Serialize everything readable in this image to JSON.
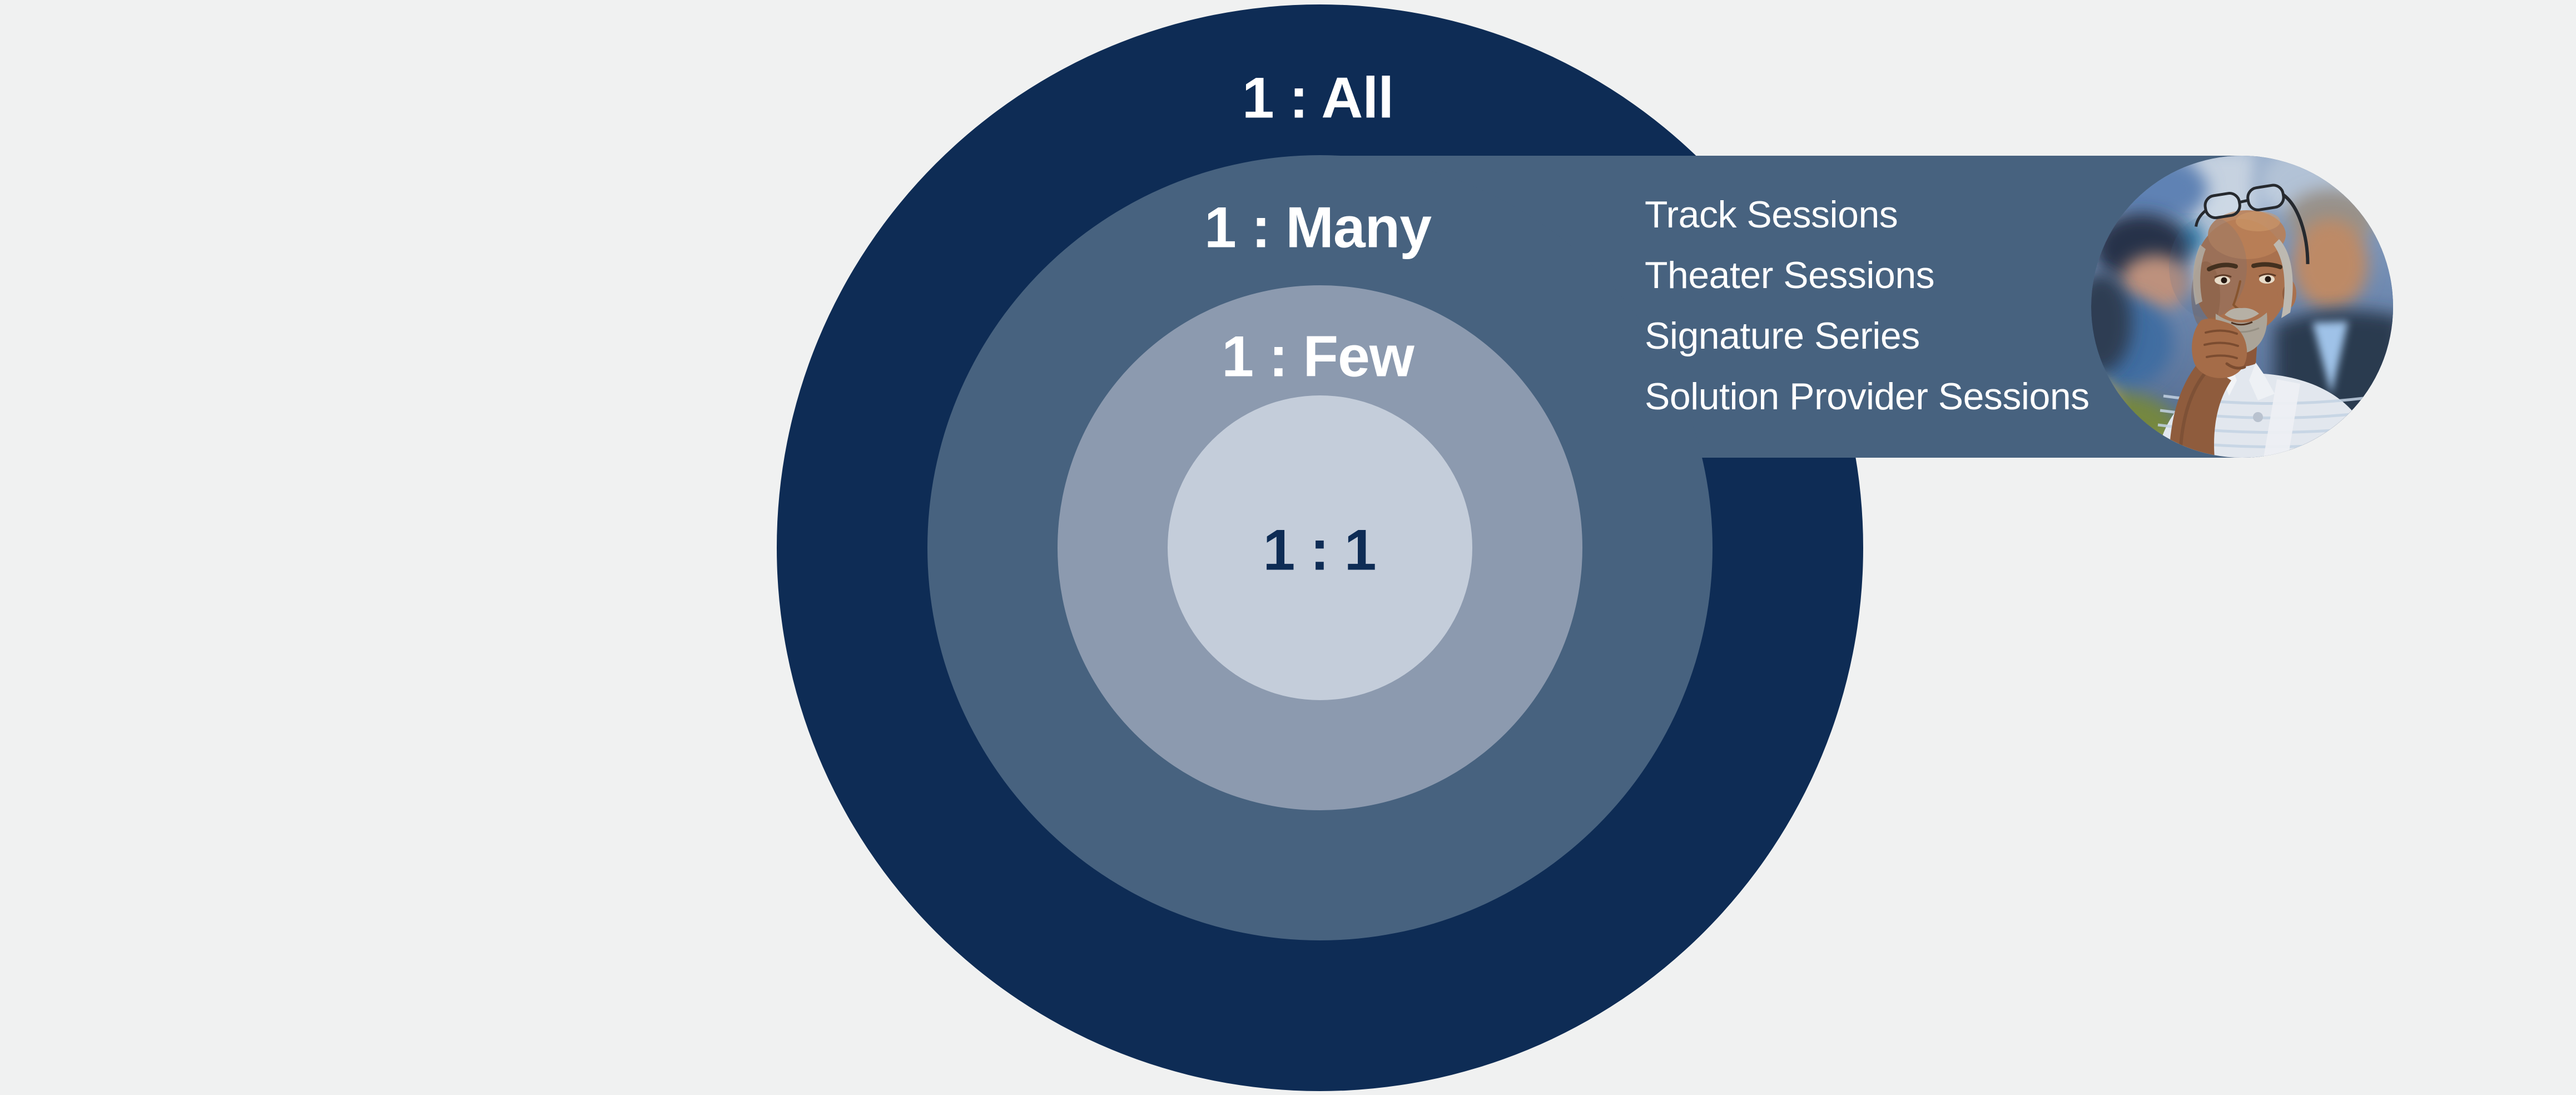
{
  "diagram": {
    "title_implied": "Session engagement model",
    "rings": [
      {
        "label": "1 : All",
        "color": "#0e2c55",
        "text_color": "#ffffff"
      },
      {
        "label": "1 : Many",
        "color": "#47627f",
        "text_color": "#ffffff"
      },
      {
        "label": "1 : Few",
        "color": "#8c9aaf",
        "text_color": "#ffffff"
      },
      {
        "label": "1 : 1",
        "color": "#c4cdda",
        "text_color": "#0e2c55"
      }
    ],
    "callout": {
      "color": "#47627f",
      "items": [
        "Track Sessions",
        "Theater Sessions",
        "Signature Series",
        "Solution Provider Sessions"
      ],
      "photo": "conference-attendee-thinking"
    },
    "background_color": "#f0f1f1"
  }
}
